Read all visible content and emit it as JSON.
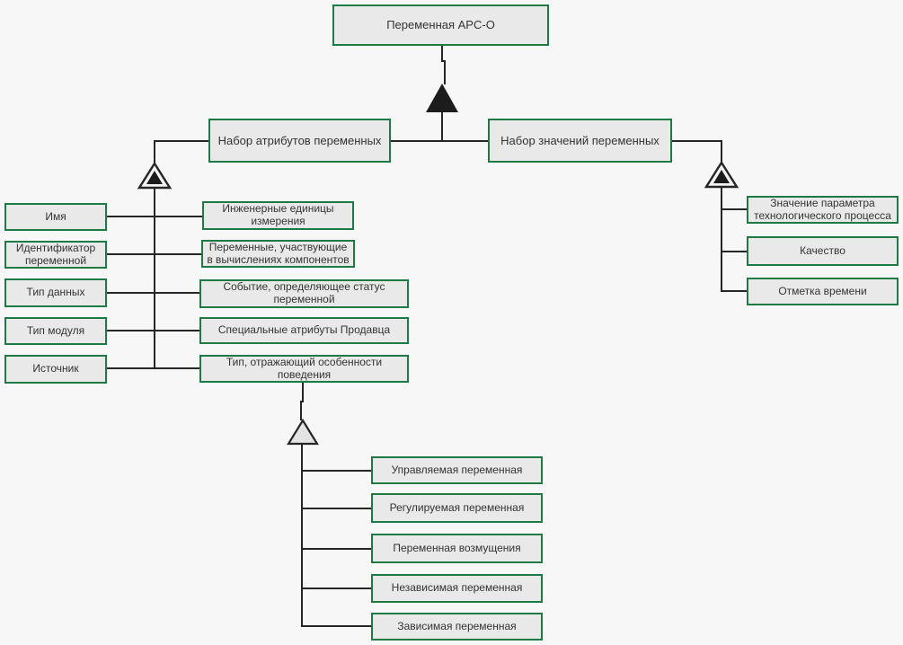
{
  "colors": {
    "background": "#f7f7f8",
    "box_border": "#1d7a44",
    "box_fill": "#e9e9e9",
    "line": "#262626",
    "text": "#333333"
  },
  "diagram": {
    "root": {
      "label": "Переменная APC-O"
    },
    "attribute_set": {
      "label": "Набор атрибутов переменных"
    },
    "value_set": {
      "label": "Набор значений переменных"
    },
    "attributes_left": [
      "Имя",
      "Идентификатор переменной",
      "Тип данных",
      "Тип модуля",
      "Источник"
    ],
    "attributes_right": [
      "Инженерные единицы измерения",
      "Переменные, участвующие в вычислениях компонентов",
      "Событие, определяющее статус переменной",
      "Специальные атрибуты Продавца",
      "Тип, отражающий особенности поведения"
    ],
    "value_children": [
      "Значение параметра технологического процесса",
      "Качество",
      "Отметка времени"
    ],
    "behavior_types": [
      "Управляемая переменная",
      "Регулируемая переменная",
      "Переменная возмущения",
      "Независимая переменная",
      "Зависимая переменная"
    ],
    "icons": {
      "generalization_solid": "solid-triangle",
      "generalization_nested": "nested-triangle",
      "generalization_open": "open-triangle"
    }
  }
}
